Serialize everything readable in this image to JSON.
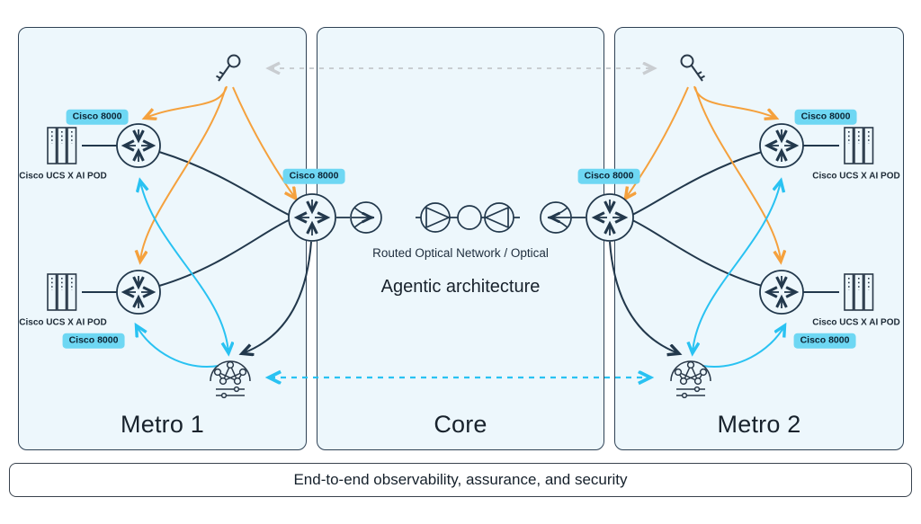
{
  "panels": {
    "metro1": {
      "title": "Metro 1"
    },
    "core": {
      "title": "Core",
      "line1": "Routed Optical Network / Optical",
      "line2": "Agentic architecture"
    },
    "metro2": {
      "title": "Metro 2"
    }
  },
  "labels": {
    "cisco8000": "Cisco 8000",
    "ucs_pod": "Cisco UCS X AI POD"
  },
  "banner": {
    "text": "End-to-end observability, assurance, and security"
  },
  "icons": [
    "key-icon",
    "router-icon",
    "server-rack-icon",
    "ai-ml-engine-icon",
    "optical-amplifier-icon",
    "optical-line-system-icon"
  ],
  "colors": {
    "panel_bg": "#edf7fc",
    "panel_border": "#2e4154",
    "line_dark": "#22384c",
    "accent_orange": "#f5a13d",
    "accent_cyan": "#29c2f2",
    "dashed_gray": "#c9cdd1",
    "badge_bg": "#6ed7f3"
  }
}
